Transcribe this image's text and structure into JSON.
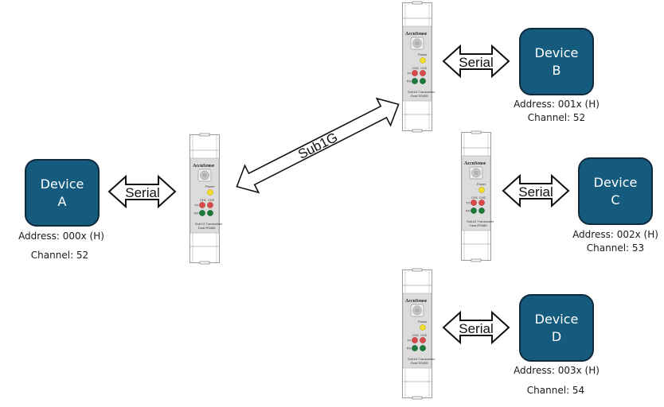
{
  "diagram": {
    "colors": {
      "device_fill": "#155B7E",
      "device_border": "#0E2A3C",
      "led_power": "#F2DC2C",
      "led_tx": "#D94A4A",
      "led_rx": "#1E7A3A",
      "module_panel": "#DCDCDC"
    },
    "devices": [
      {
        "id": "A",
        "line1": "Device",
        "line2": "A",
        "address": "Address: 000x (H)",
        "channel": "Channel: 52"
      },
      {
        "id": "B",
        "line1": "Device",
        "line2": "B",
        "address": "Address: 001x (H)",
        "channel": "Channel: 52"
      },
      {
        "id": "C",
        "line1": "Device",
        "line2": "C",
        "address": "Address: 002x (H)",
        "channel": "Channel: 53"
      },
      {
        "id": "D",
        "line1": "Device",
        "line2": "D",
        "address": "Address: 003x (H)",
        "channel": "Channel: 54"
      }
    ],
    "links": {
      "serial_label": "Serial",
      "wireless_label": "Sub1G"
    },
    "module": {
      "brand": "AccuSense",
      "power_label": "Power",
      "ch1_label": "CH1",
      "ch2_label": "CH2",
      "tx_label": "TX",
      "rx_label": "RX",
      "product_line1": "Sub1G Transceiver",
      "product_line2": "Dual RS485"
    }
  }
}
